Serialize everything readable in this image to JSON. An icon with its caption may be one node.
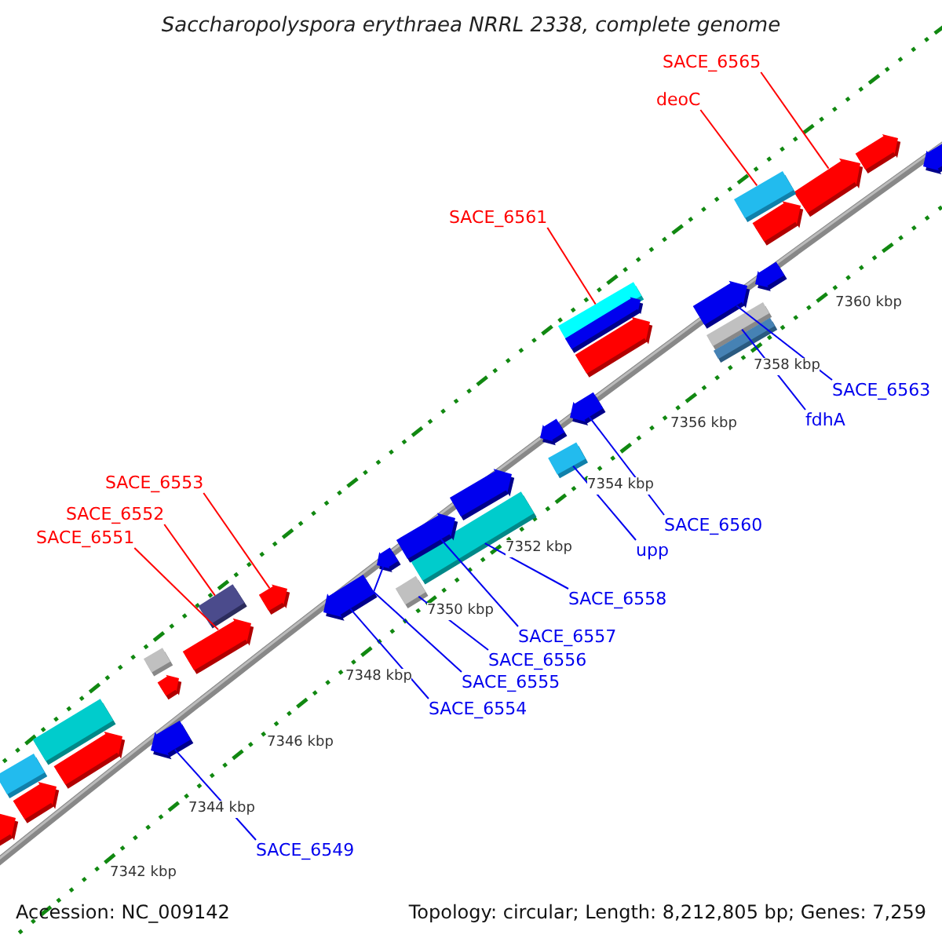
{
  "diagram": {
    "title": "Saccharopolyspora erythraea NRRL 2338, complete genome",
    "nodes": [
      {
        "text": [
          "SACE_6565"
        ]
      },
      {
        "text": [
          "deoC"
        ]
      },
      {
        "text": [
          "SACE_6561"
        ]
      },
      {
        "text": [
          "SACE_6563"
        ]
      },
      {
        "text": [
          "fdhA"
        ]
      },
      {
        "text": [
          "SACE_6553"
        ]
      },
      {
        "text": [
          "SACE_6552"
        ]
      },
      {
        "text": [
          "SACE_6560"
        ]
      },
      {
        "text": [
          "SACE_6551"
        ]
      },
      {
        "text": [
          "upp"
        ]
      },
      {
        "text": [
          "SACE_6558"
        ]
      },
      {
        "text": [
          "SACE_6557"
        ]
      },
      {
        "text": [
          "SACE_6556"
        ]
      },
      {
        "text": [
          "SACE_6555"
        ]
      },
      {
        "text": [
          "SACE_6554"
        ]
      },
      {
        "text": [
          "SACE_6549"
        ]
      },
      {
        "text": [],
        "shape": "arrow"
      },
      {
        "text": [],
        "shape": "box"
      },
      {
        "text": [],
        "shape": "box"
      },
      {
        "text": [],
        "shape": "arrow"
      },
      {
        "text": [],
        "shape": "box"
      },
      {
        "text": [],
        "shape": "arrow"
      },
      {
        "text": [],
        "shape": "box"
      },
      {
        "text": [],
        "shape": "arrow"
      },
      {
        "text": [],
        "shape": "arrow"
      },
      {
        "text": [],
        "shape": "box"
      },
      {
        "text": [],
        "shape": "box"
      },
      {
        "text": [],
        "shape": "arrow"
      },
      {
        "text": [],
        "shape": "arrow"
      },
      {
        "text": [],
        "shape": "box"
      },
      {
        "text": [],
        "shape": "arrow"
      },
      {
        "text": [],
        "shape": "arrow"
      },
      {
        "text": [],
        "shape": "arrow"
      },
      {
        "text": [],
        "shape": "box"
      },
      {
        "text": [],
        "shape": "arrow"
      },
      {
        "text": [],
        "shape": "box"
      },
      {
        "text": [],
        "shape": "arrow"
      },
      {
        "text": [],
        "shape": "box"
      },
      {
        "text": [],
        "shape": "arrow"
      },
      {
        "text": [],
        "shape": "arrow"
      },
      {
        "text": [],
        "shape": "arrow"
      },
      {
        "text": [],
        "shape": "arrow"
      },
      {
        "text": [],
        "shape": "arrow"
      },
      {
        "text": [],
        "shape": "box"
      },
      {
        "text": [],
        "shape": "arrow"
      },
      {
        "text": [],
        "shape": "arrow"
      },
      {
        "text": [],
        "shape": "arrow"
      },
      {
        "text": [],
        "shape": "arrow"
      }
    ],
    "edges": [
      {
        "from": 0,
        "to": 16,
        "arrow": "none",
        "color": "#ff0000"
      },
      {
        "from": 1,
        "to": 17,
        "arrow": "none",
        "color": "#ff0000"
      },
      {
        "from": 2,
        "to": 18,
        "arrow": "none",
        "color": "#ff0000"
      },
      {
        "from": 3,
        "to": 19,
        "arrow": "none"
      },
      {
        "from": 4,
        "to": 20,
        "arrow": "none"
      },
      {
        "from": 5,
        "to": 21,
        "arrow": "none",
        "color": "#ff0000"
      },
      {
        "from": 6,
        "to": 22,
        "arrow": "none",
        "color": "#ff0000"
      },
      {
        "from": 7,
        "to": 23,
        "arrow": "none"
      },
      {
        "from": 8,
        "to": 24,
        "arrow": "none",
        "color": "#ff0000"
      },
      {
        "from": 9,
        "to": 25,
        "arrow": "none"
      },
      {
        "from": 10,
        "to": 26,
        "arrow": "none"
      },
      {
        "from": 11,
        "to": 27,
        "arrow": "none"
      },
      {
        "from": 12,
        "to": 29,
        "arrow": "none"
      },
      {
        "from": 13,
        "to": 28,
        "arrow": "none"
      },
      {
        "from": 14,
        "to": 30,
        "arrow": "none"
      },
      {
        "from": 15,
        "to": 31,
        "arrow": "none"
      }
    ],
    "labels": [
      "7360 kbp",
      "7358 kbp",
      "7356 kbp",
      "7354 kbp",
      "7352 kbp",
      "7350 kbp",
      "7348 kbp",
      "7346 kbp",
      "7344 kbp",
      "7342 kbp",
      "Accession: NC_009142",
      "Topology: circular; Length: 8,212,805 bp; Genes: 7,259"
    ]
  }
}
